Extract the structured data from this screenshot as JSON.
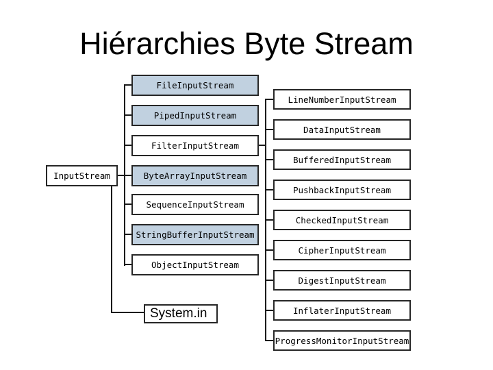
{
  "title": "Hiérarchies Byte Stream",
  "colors": {
    "background": "#ffffff",
    "highlight_fill": "#c1d1e0",
    "box_border": "#262626",
    "connector_line": "#1a1a1a",
    "text": "#000000"
  },
  "diagram": {
    "root": {
      "label": "InputStream"
    },
    "system_in": {
      "label": "System.in"
    },
    "subclasses": [
      {
        "label": "FileInputStream",
        "highlighted": true
      },
      {
        "label": "PipedInputStream",
        "highlighted": true
      },
      {
        "label": "FilterInputStream",
        "highlighted": false
      },
      {
        "label": "ByteArrayInputStream",
        "highlighted": true
      },
      {
        "label": "SequenceInputStream",
        "highlighted": false
      },
      {
        "label": "StringBufferInputStream",
        "highlighted": true
      },
      {
        "label": "ObjectInputStream",
        "highlighted": false
      }
    ],
    "filter_subclasses": [
      {
        "label": "LineNumberInputStream"
      },
      {
        "label": "DataInputStream"
      },
      {
        "label": "BufferedInputStream"
      },
      {
        "label": "PushbackInputStream"
      },
      {
        "label": "CheckedInputStream"
      },
      {
        "label": "CipherInputStream"
      },
      {
        "label": "DigestInputStream"
      },
      {
        "label": "InflaterInputStream"
      },
      {
        "label": "ProgressMonitorInputStream"
      }
    ]
  }
}
